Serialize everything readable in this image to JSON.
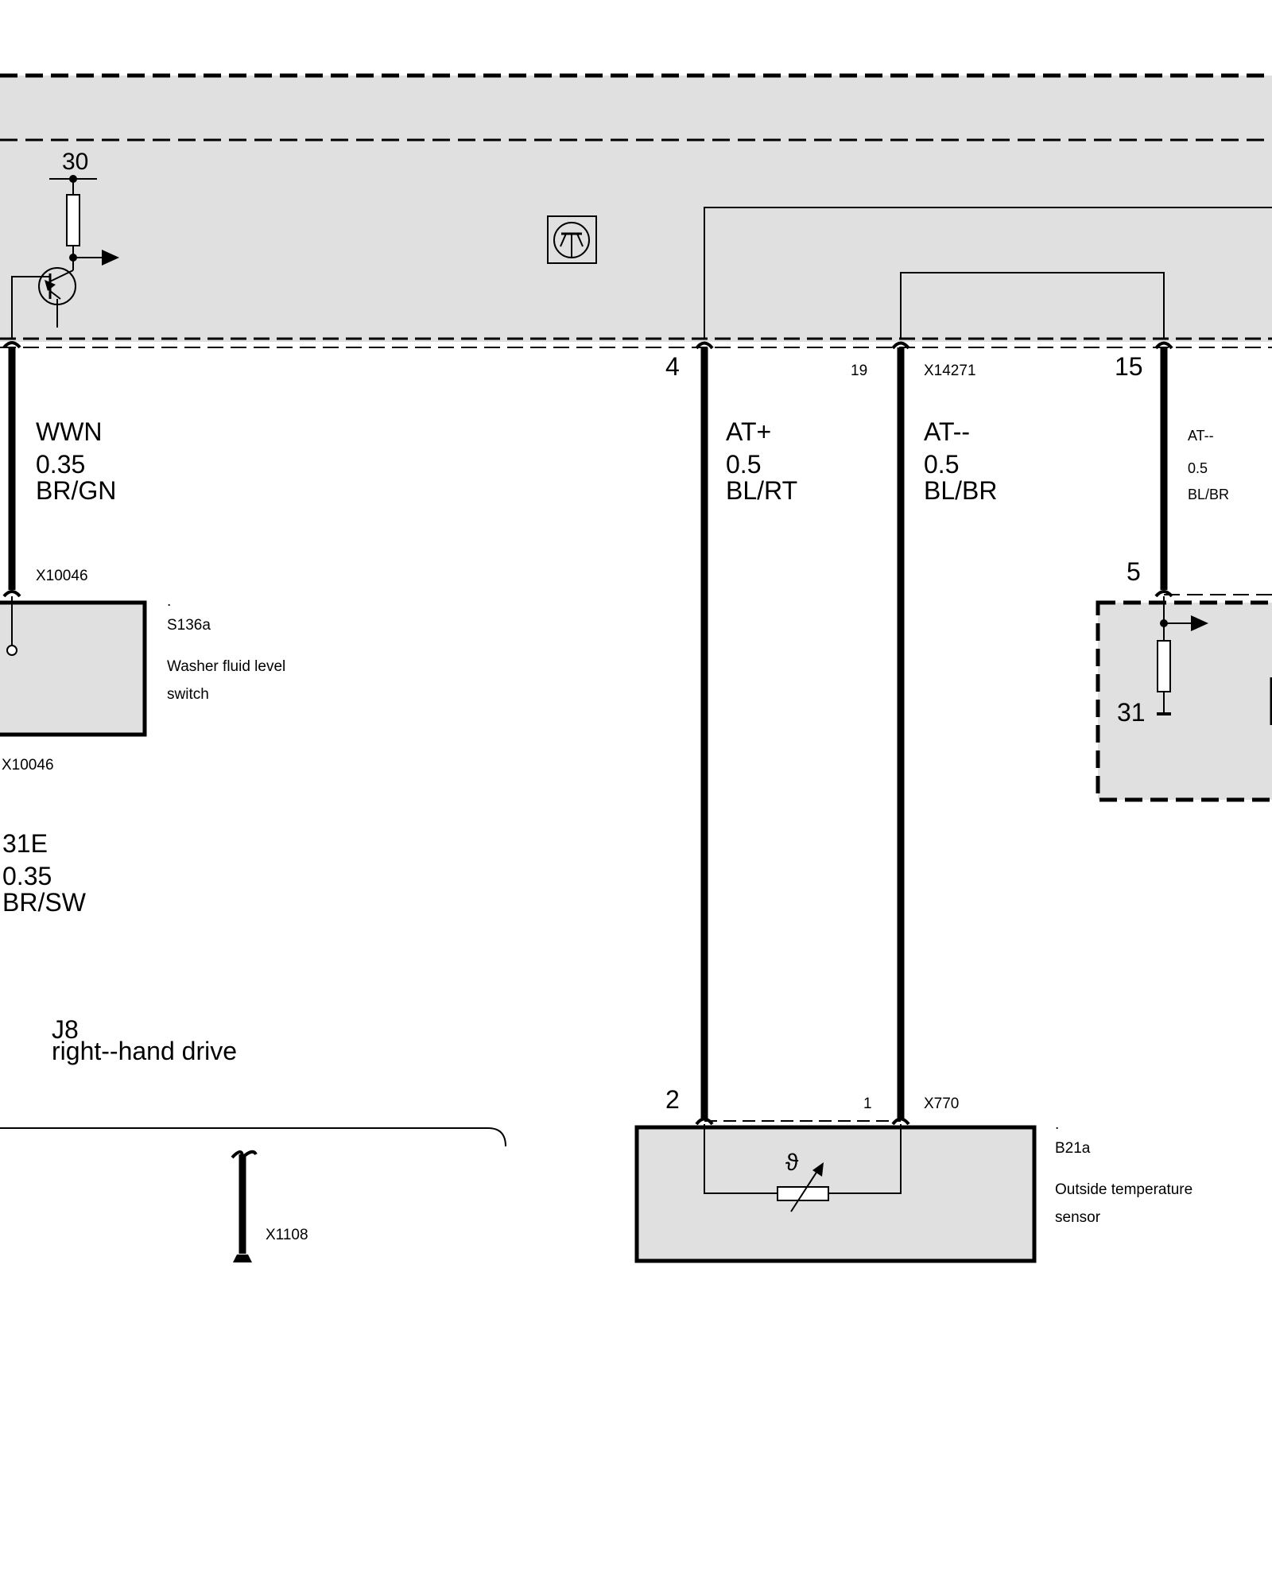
{
  "module": {
    "supply_label": "30",
    "pins": {
      "wwn": "",
      "at_plus": "4",
      "at_minus": "19",
      "at_minus2": "15"
    },
    "connector": "X14271"
  },
  "wires": {
    "wwn": {
      "signal": "WWN",
      "gauge": "0.35",
      "color": "BR/GN"
    },
    "at_plus": {
      "signal": "AT+",
      "gauge": "0.5",
      "color": "BL/RT"
    },
    "at_minus": {
      "signal": "AT--",
      "gauge": "0.5",
      "color": "BL/BR"
    },
    "at_minus2": {
      "signal": "AT--",
      "gauge": "0.5",
      "color": "BL/BR"
    },
    "ground": {
      "signal": "31E",
      "gauge": "0.35",
      "color": "BR/SW"
    }
  },
  "washer_switch": {
    "connector_top": "X10046",
    "connector_bottom": "X10046",
    "dot": ".",
    "id": "S136a",
    "desc_line1": "Washer fluid level",
    "desc_line2": "switch"
  },
  "right_module": {
    "pin": "5",
    "ground_label": "31"
  },
  "variant": {
    "code": "J8",
    "desc": "right--hand drive",
    "ground_connector": "X1108"
  },
  "temp_sensor": {
    "pin_left": "2",
    "pin_right": "1",
    "connector": "X770",
    "dot": ".",
    "id": "B21a",
    "desc_line1": "Outside temperature",
    "desc_line2": "sensor"
  },
  "colors": {
    "fill": "#e0e0e0",
    "line": "#000000"
  }
}
